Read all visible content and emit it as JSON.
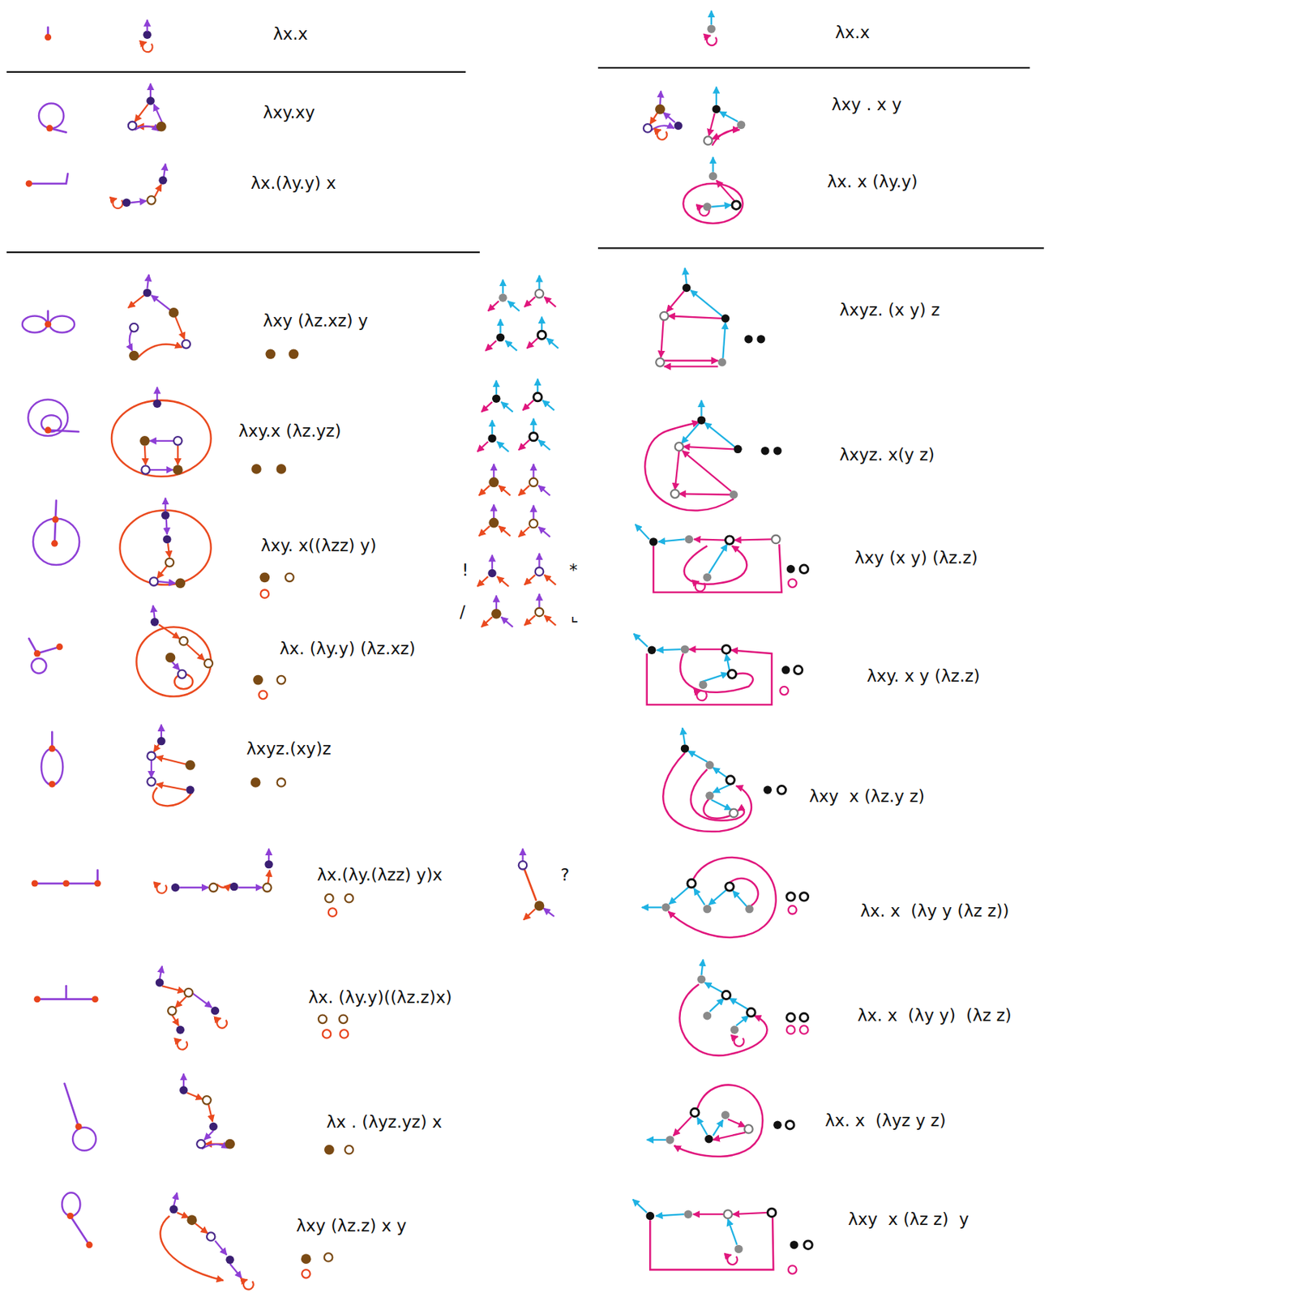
{
  "diagram": {
    "labels": [
      "λx.x",
      "λxy.xy",
      "λx.(λy.y) x",
      "λxy (λz.xz) y",
      "λxy.x (λz.yz)",
      "λxy. x((λzz) y)",
      "λx. (λy.y) (λz.xz)",
      "λxyz.(xy)z",
      "λx.(λy.(λzz) y)x",
      "λx. (λy.y)((λz.z)x)",
      "λx . (λyz.yz) x",
      "λxy (λz.z) x y",
      "!",
      "*",
      "/",
      "⌞",
      "?",
      "λx.x",
      "λxy . x y",
      "λx. x (λy.y)",
      "λxyz. (x y) z",
      "λxyz. x(y z)",
      "λxy (x y) (λz.z)",
      "λxy. x y (λz.z)",
      "λxy  x (λz.y z)",
      "λx. x  (λy y (λz z))",
      "λx. x  (λy y)  (λz z)",
      "λx. x  (λyz y z)",
      "λxy  x (λz z)  y"
    ]
  }
}
